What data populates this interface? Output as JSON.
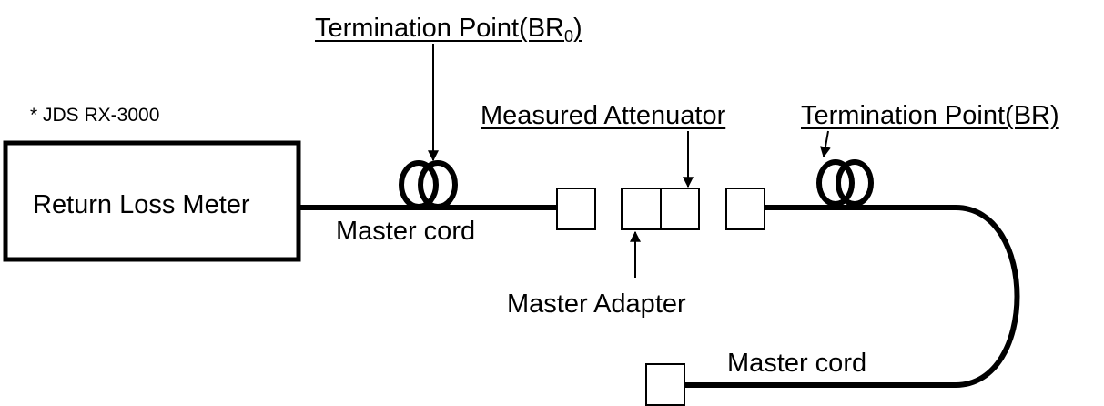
{
  "labels": {
    "device_note": "* JDS RX-3000",
    "meter": "Return Loss Meter",
    "termination_top": "Termination Point(BR",
    "termination_top_sub": "0",
    "termination_top_close": ")",
    "measured_attenuator": "Measured Attenuator",
    "termination_right": "Termination Point(BR)",
    "master_cord_top": "Master cord",
    "master_adapter": "Master Adapter",
    "master_cord_bottom": "Master cord"
  }
}
